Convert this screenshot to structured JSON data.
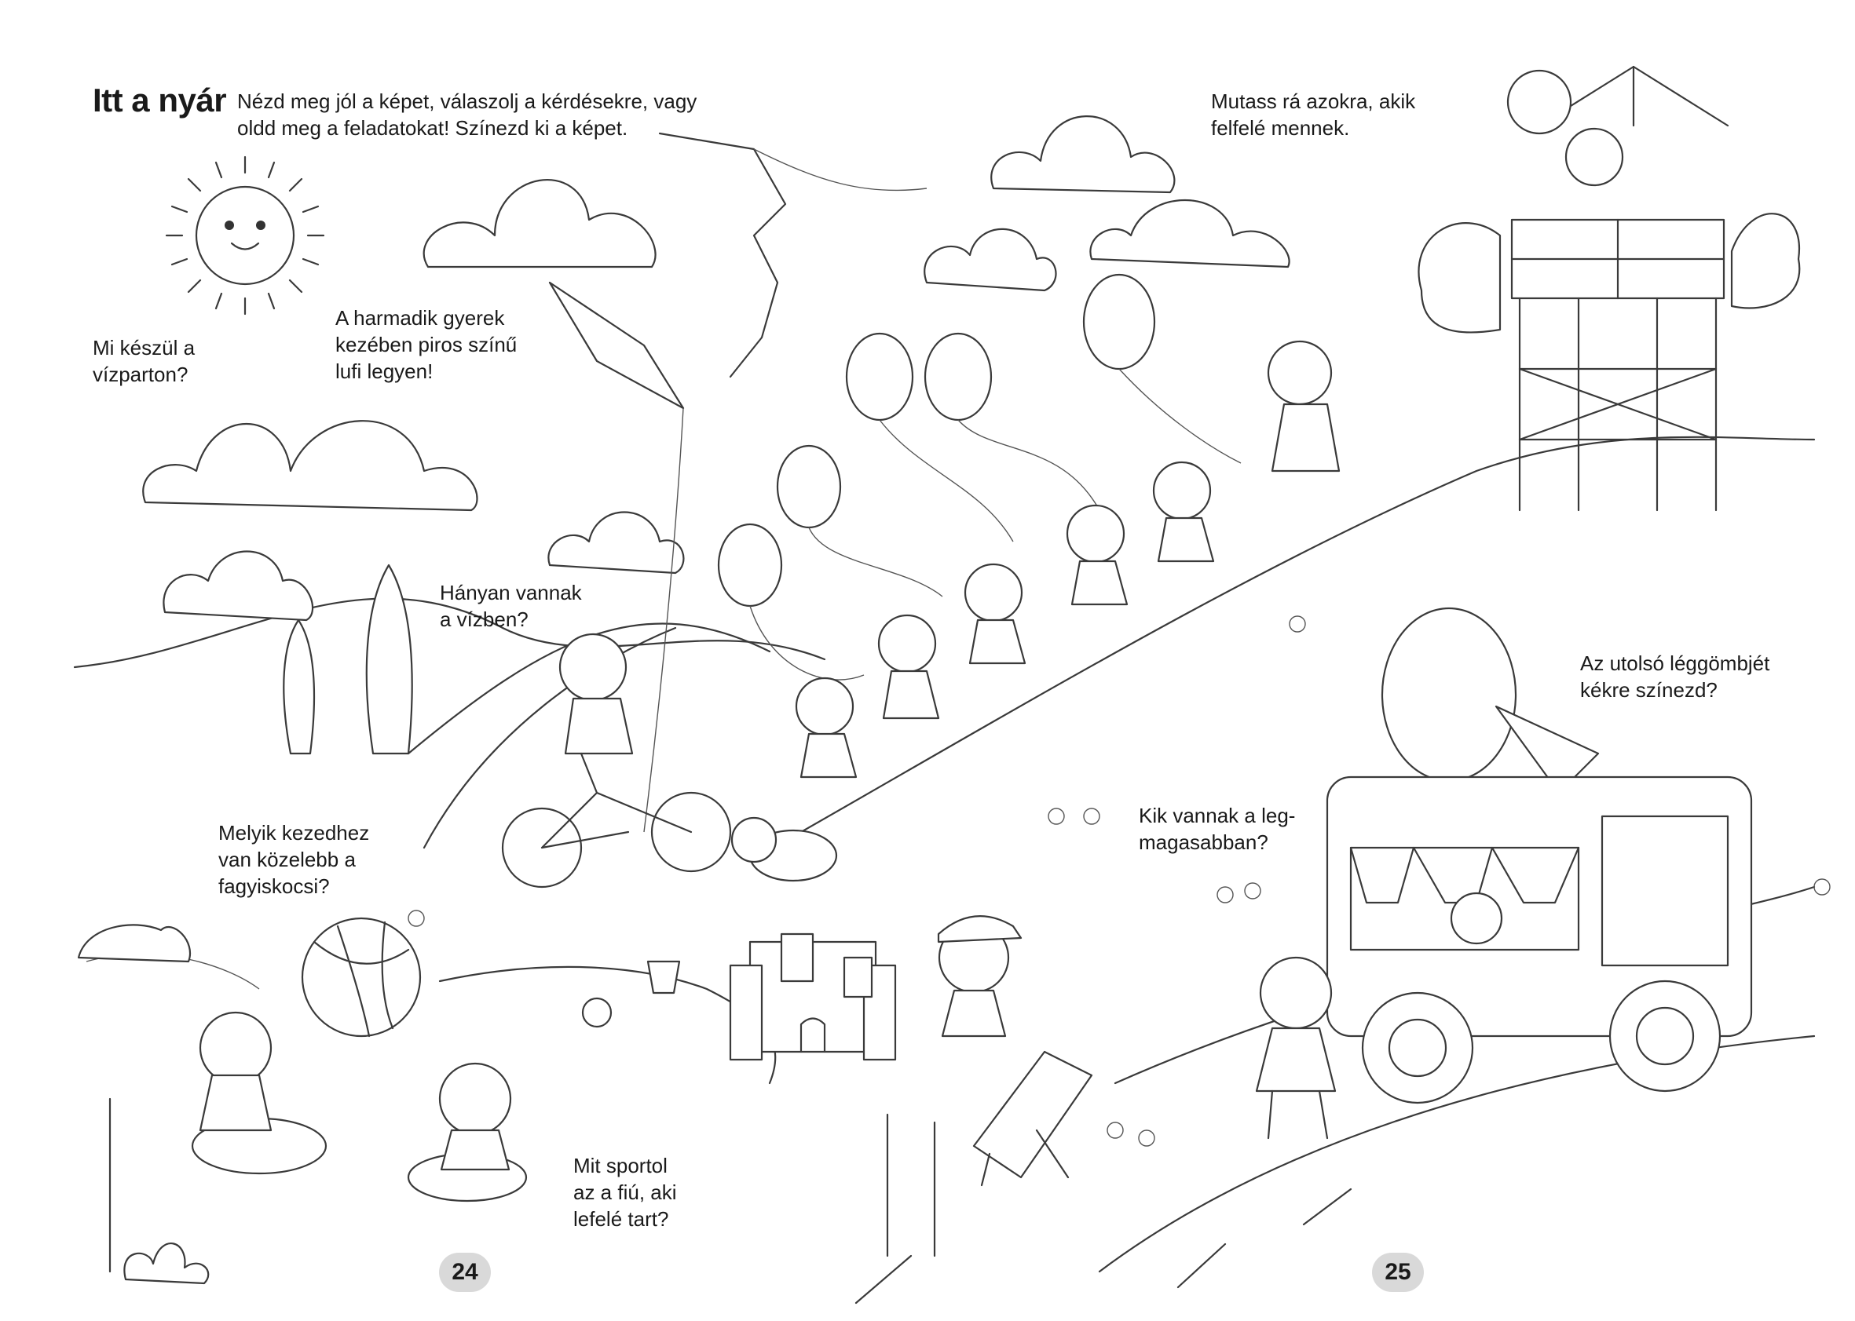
{
  "title": "Itt a nyár",
  "instructions": "Nézd meg jól a képet, válaszolj a kérdésekre, vagy\noldd meg a feladatokat! Színezd ki a képet.",
  "questions": [
    "Mi készül a\nvízparton?",
    "A harmadik gyerek\nkezében piros színű\nlufi legyen!",
    "Hányan vannak\na vízben?",
    "Melyik kezedhez\nvan közelebb a\nfagyiskocsi?",
    "Mit sportol\naz a fiú, aki\nlefelé tart?",
    "Mutass rá azokra, akik\nfelfelé mennek.",
    "Az utolsó léggömbjét\nkékre színezd?",
    "Kik vannak a leg-\nmagasabban?"
  ],
  "page_numbers": {
    "left": "24",
    "right": "25"
  }
}
